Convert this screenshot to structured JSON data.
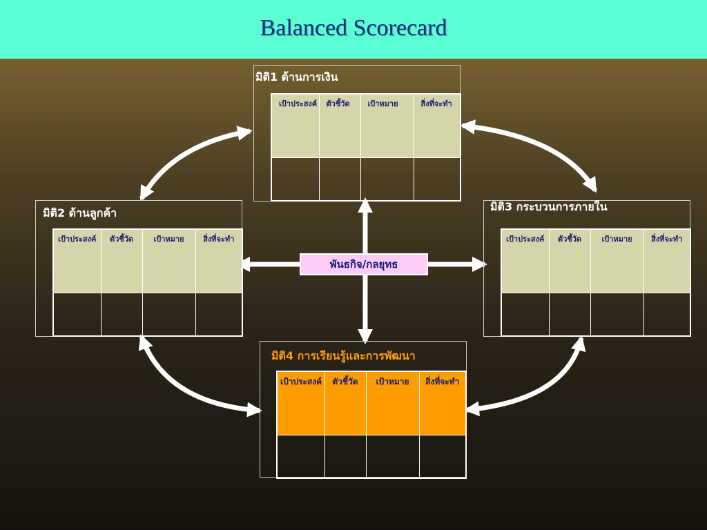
{
  "slide": {
    "title": "Balanced Scorecard"
  },
  "columns": [
    "เป้าประสงค์",
    "ตัวชี้วัด",
    "เป้าหมาย",
    "สิ่งที่จะทำ"
  ],
  "center": {
    "label": "พันธกิจ/กลยุทธ"
  },
  "panels": [
    {
      "id": "financial",
      "title": "มิติ1 ด้านการเงิน"
    },
    {
      "id": "customer",
      "title": "มิติ2 ด้านลูกค้า"
    },
    {
      "id": "internal-process",
      "title": "มิติ3 กระบวนการภายใน"
    },
    {
      "id": "learning-growth",
      "title": "มิติ4 การเรียนรู้และการพัฒนา"
    }
  ],
  "colors": {
    "header_band": "#5cffd4",
    "title_text": "#142a8a",
    "table_header": "#d4d6a9",
    "learning_header": "#ff9c00",
    "learning_title": "#ff9c00",
    "center_box": "#ffccf7"
  }
}
